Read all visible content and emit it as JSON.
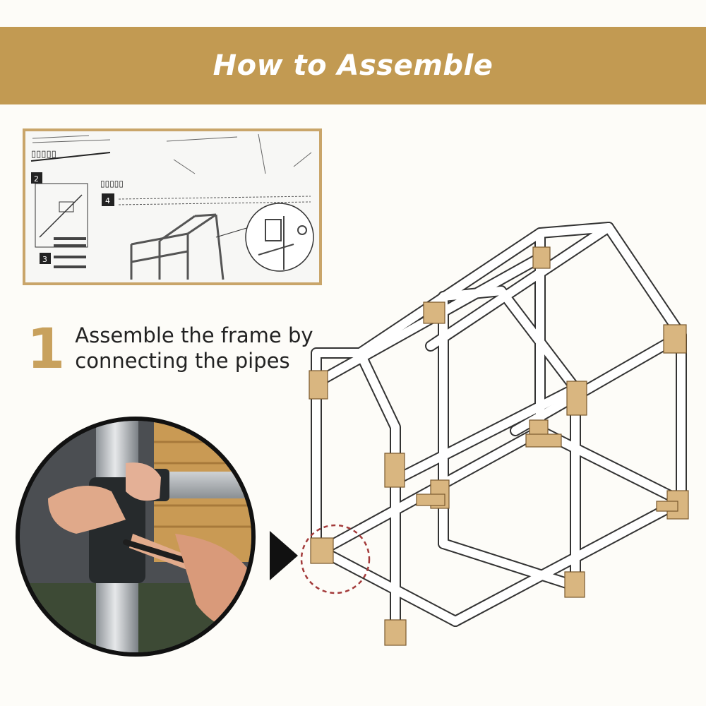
{
  "banner": {
    "title": "How to Assemble"
  },
  "step": {
    "number": "1",
    "text": "Assemble the frame by connecting the pipes"
  },
  "manual": {
    "section_a_number": "2",
    "section_b_number": "3",
    "section_c_number": "4"
  },
  "colors": {
    "banner": "#c29a52",
    "step_number": "#c8a15d",
    "joint_wood": "#d9b680",
    "pipe": "#ffffff",
    "highlight_circle": "#a33a3a",
    "screwdriver_grip": "#6dd35a"
  },
  "icons": {
    "arrow": "right-arrow-icon",
    "highlight": "dashed-circle-icon"
  }
}
